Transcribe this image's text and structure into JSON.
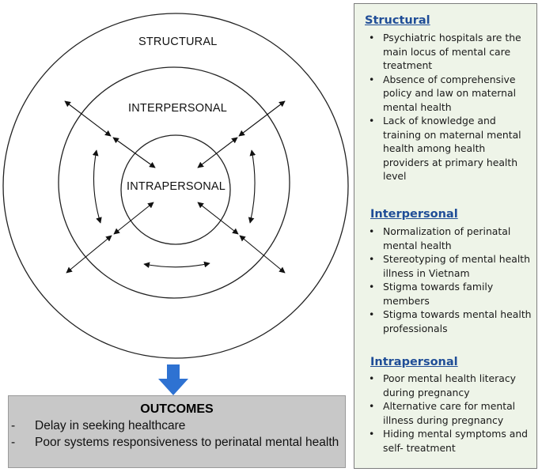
{
  "diagram": {
    "rings": {
      "structural": "STRUCTURAL",
      "interpersonal": "INTERPERSONAL",
      "intrapersonal": "INTRAPERSONAL"
    },
    "colors": {
      "outcomes_bg": "#c8c8c8",
      "arrow_blue": "#2e72d2",
      "panel_bg": "#eef4e8",
      "heading_blue": "#1f4d97"
    }
  },
  "outcomes": {
    "title": "OUTCOMES",
    "items": [
      {
        "bullet": "-",
        "text": "Delay in seeking healthcare"
      },
      {
        "bullet": "-",
        "text": "Poor systems responsiveness to perinatal mental health"
      }
    ]
  },
  "panel": {
    "sections": [
      {
        "title": "Structural",
        "items": [
          "Psychiatric hospitals are the main locus of mental care treatment",
          "Absence of comprehensive policy and law on maternal mental health",
          "Lack of knowledge and training on maternal mental health among health providers at primary health level"
        ]
      },
      {
        "title": "Interpersonal",
        "items": [
          "Normalization of perinatal mental health",
          "Stereotyping of mental health illness in Vietnam",
          "Stigma towards family members",
          "Stigma towards mental health professionals"
        ]
      },
      {
        "title": "Intrapersonal",
        "items": [
          "Poor mental health literacy during pregnancy",
          "Alternative care for mental illness during pregnancy",
          "Hiding mental symptoms and self- treatment"
        ]
      }
    ]
  }
}
